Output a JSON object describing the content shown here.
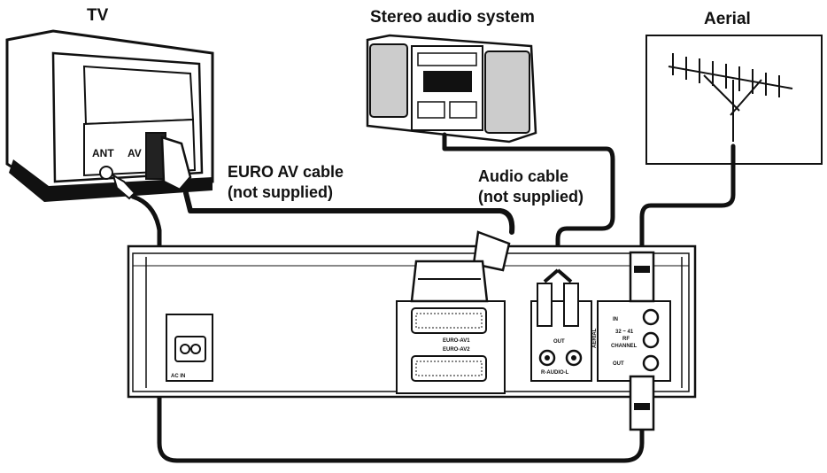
{
  "labels": {
    "tv": "TV",
    "stereo": "Stereo audio system",
    "aerial": "Aerial",
    "euro_cable_line1": "EURO AV cable",
    "euro_cable_line2": "(not supplied)",
    "audio_cable_line1": "Audio cable",
    "audio_cable_line2": "(not supplied)"
  },
  "tv_panel": {
    "ant": "ANT",
    "av": "AV"
  },
  "recorder_panel": {
    "ac_in": "AC IN",
    "euro_av1": "EURO-AV1",
    "euro_av2": "EURO-AV2",
    "out": "OUT",
    "r_audio_l": "R-AUDIO-L",
    "aerial": "AERIAL",
    "rf_in": "IN",
    "rf_channel_line1": "32 ~ 41",
    "rf_channel_line2": "RF",
    "rf_channel_line3": "CHANNEL",
    "rf_out": "OUT"
  }
}
